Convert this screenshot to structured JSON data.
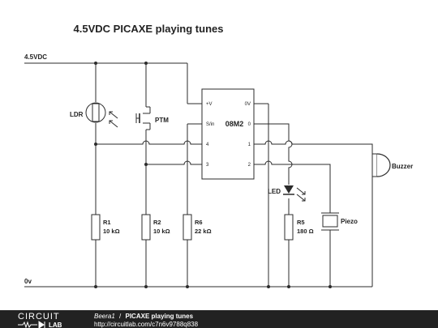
{
  "title": "4.5VDC PICAXE playing tunes",
  "rails": {
    "vplus": "4.5VDC",
    "ground": "0v"
  },
  "components": {
    "ldr": "LDR",
    "ptm": "PTM",
    "ic": "08M2",
    "led": "LED",
    "buzzer": "Buzzer",
    "piezo": "Piezo",
    "r1": {
      "name": "R1",
      "value": "10 kΩ"
    },
    "r2": {
      "name": "R2",
      "value": "10 kΩ"
    },
    "r6": {
      "name": "R6",
      "value": "22 kΩ"
    },
    "r5": {
      "name": "R5",
      "value": "180 Ω"
    }
  },
  "ic_pins": {
    "vplus": "+V",
    "serial_in": "S/in",
    "pin4": "4",
    "pin3": "3",
    "zero_v": "0V",
    "pin0": "0",
    "pin1": "1",
    "pin2": "2"
  },
  "footer": {
    "logo_top": "CIRCUIT",
    "logo_bottom": "LAB",
    "author": "Beera1",
    "separator": "/",
    "project": "PICAXE playing tunes",
    "url": "http://circuitlab.com/c7n6v9788q838"
  },
  "colors": {
    "wire": "#2b2b2b",
    "footer_bg": "#222222",
    "footer_text": "#ffffff"
  }
}
